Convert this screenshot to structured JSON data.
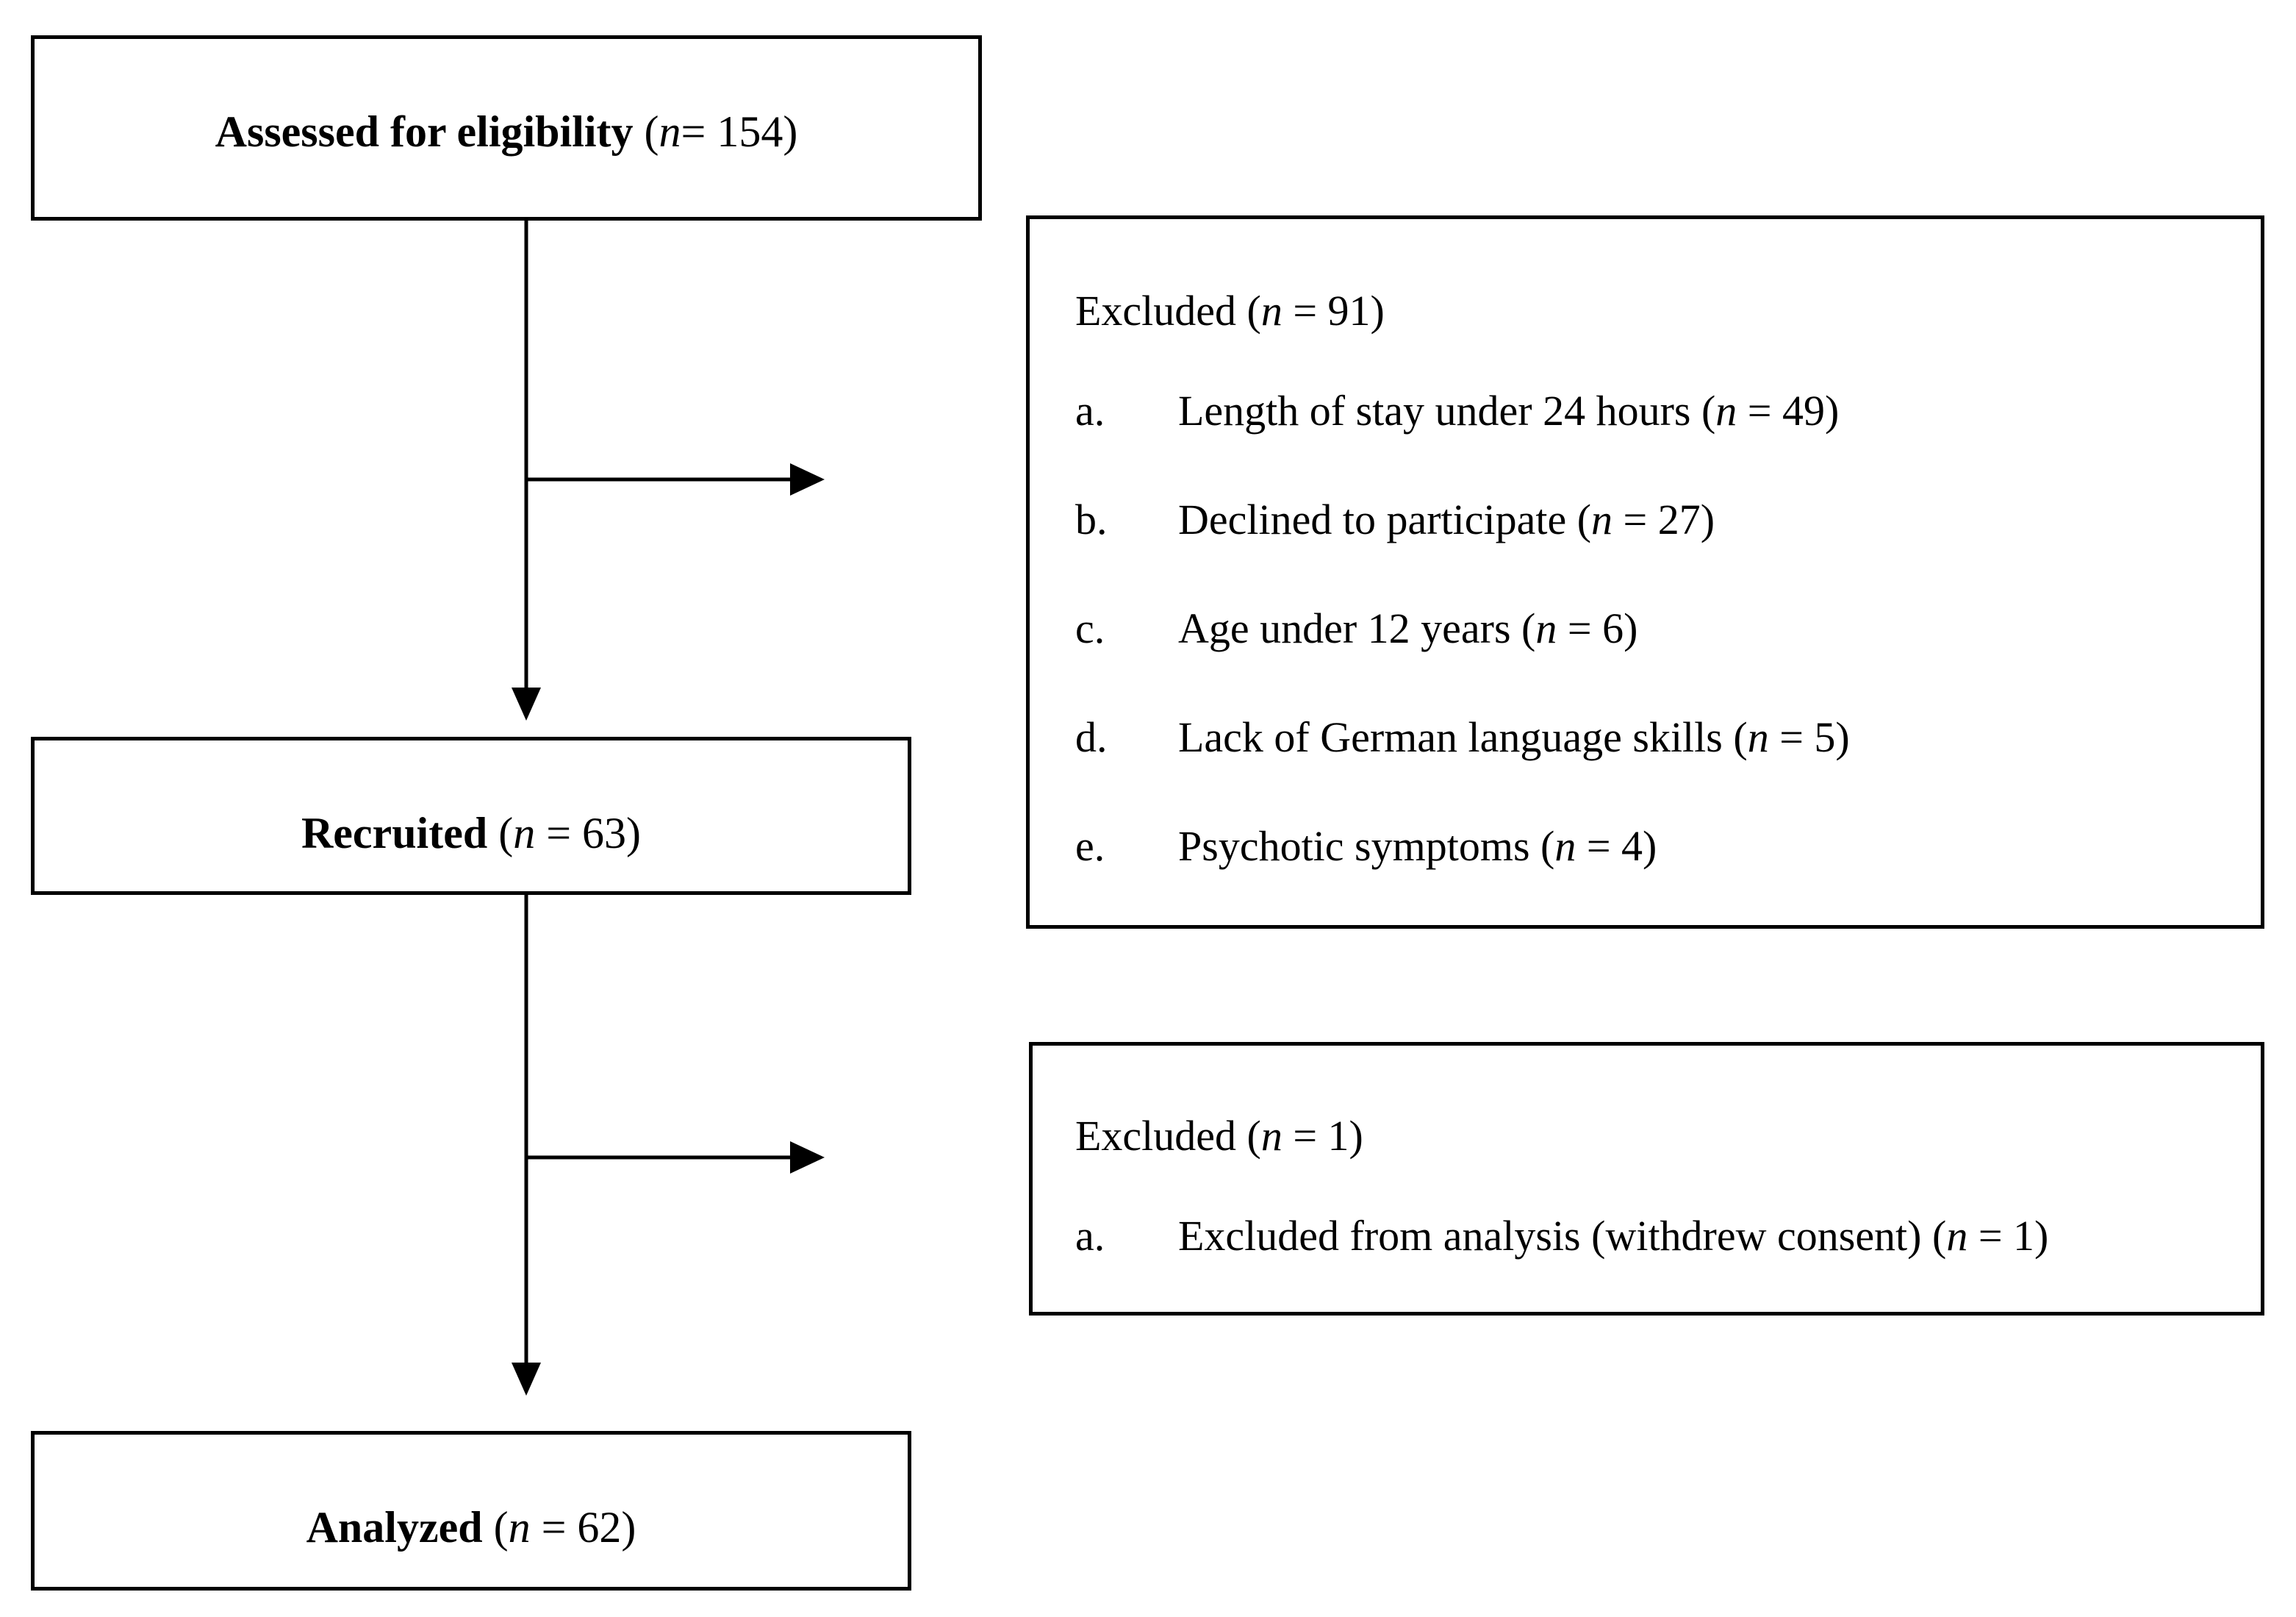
{
  "boxes": {
    "assessed": {
      "label": "Assessed for eligibility",
      "n_open": "(",
      "n_var": "n",
      "n_rest": "= 154)"
    },
    "recruited": {
      "label": "Recruited",
      "n_open": "(",
      "n_var": "n",
      "n_rest": " = 63)"
    },
    "analyzed": {
      "label": "Analyzed",
      "n_open": "(",
      "n_var": "n",
      "n_rest": " = 62)"
    }
  },
  "excluded_first": {
    "heading": "Excluded (",
    "heading_var": "n",
    "heading_rest": " = 91)",
    "items": [
      {
        "marker": "a.",
        "text": "Length of stay under 24 hours (",
        "var": "n",
        "rest": " = 49)"
      },
      {
        "marker": "b.",
        "text": "Declined to participate (",
        "var": "n",
        "rest": " = 27)"
      },
      {
        "marker": "c.",
        "text": "Age under 12 years (",
        "var": "n",
        "rest": " = 6)"
      },
      {
        "marker": "d.",
        "text": "Lack of German language skills (",
        "var": "n",
        "rest": " = 5)"
      },
      {
        "marker": "e.",
        "text": "Psychotic symptoms (",
        "var": "n",
        "rest": " = 4)"
      }
    ]
  },
  "excluded_second": {
    "heading": "Excluded (",
    "heading_var": "n",
    "heading_rest": " = 1)",
    "items": [
      {
        "marker": "a.",
        "text": "Excluded from analysis (withdrew consent) (",
        "var": "n",
        "rest": " = 1)"
      }
    ]
  }
}
